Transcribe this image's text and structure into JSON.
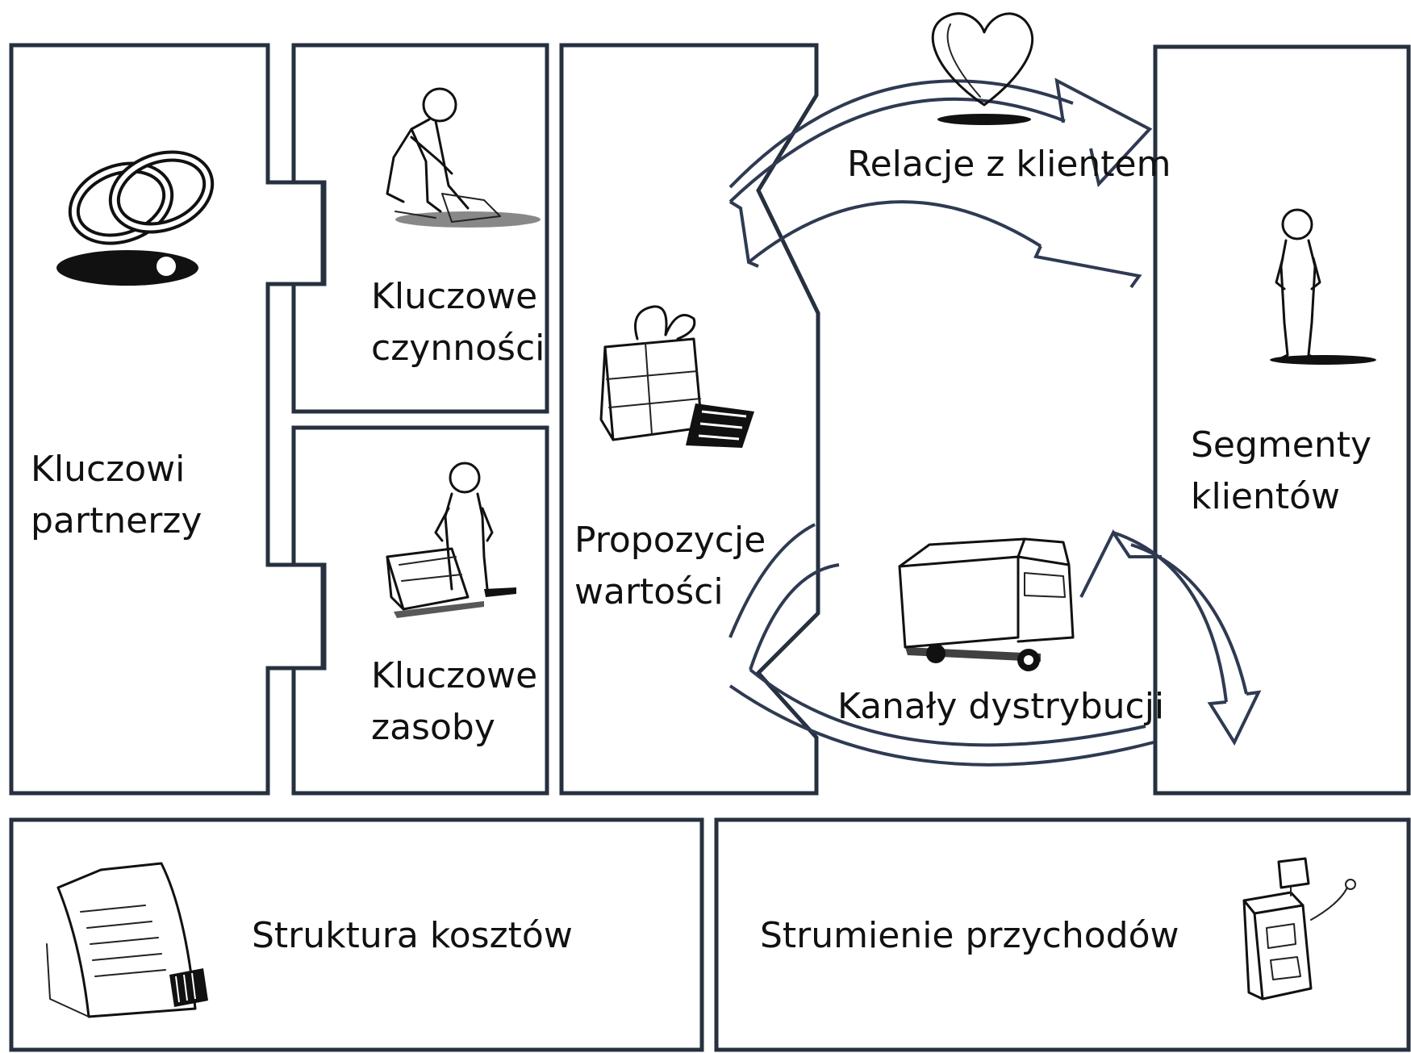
{
  "blocks": {
    "key_partners": {
      "line1": "Kluczowi",
      "line2": "partnerzy",
      "icon": "rings-icon"
    },
    "key_activities": {
      "line1": "Kluczowe",
      "line2": "czynności",
      "icon": "worker-shoveling-icon"
    },
    "key_resources": {
      "line1": "Kluczowe",
      "line2": "zasoby",
      "icon": "person-with-cart-icon"
    },
    "value_propositions": {
      "line1": "Propozycje",
      "line2": "wartości",
      "icon": "gift-box-icon"
    },
    "customer_relationships": {
      "label": "Relacje z klientem",
      "icon": "heart-icon"
    },
    "channels": {
      "label": "Kanały dystrybucji",
      "icon": "delivery-truck-icon"
    },
    "customer_segments": {
      "line1": "Segmenty",
      "line2": "klientów",
      "icon": "standing-person-icon"
    },
    "cost_structure": {
      "label": "Struktura kosztów",
      "icon": "invoice-paper-icon"
    },
    "revenue_streams": {
      "label": "Strumienie przychodów",
      "icon": "cash-register-icon"
    }
  },
  "colors": {
    "frame": "#26303f",
    "arrow": "#2f3a52",
    "ink": "#111111",
    "background": "#ffffff"
  }
}
